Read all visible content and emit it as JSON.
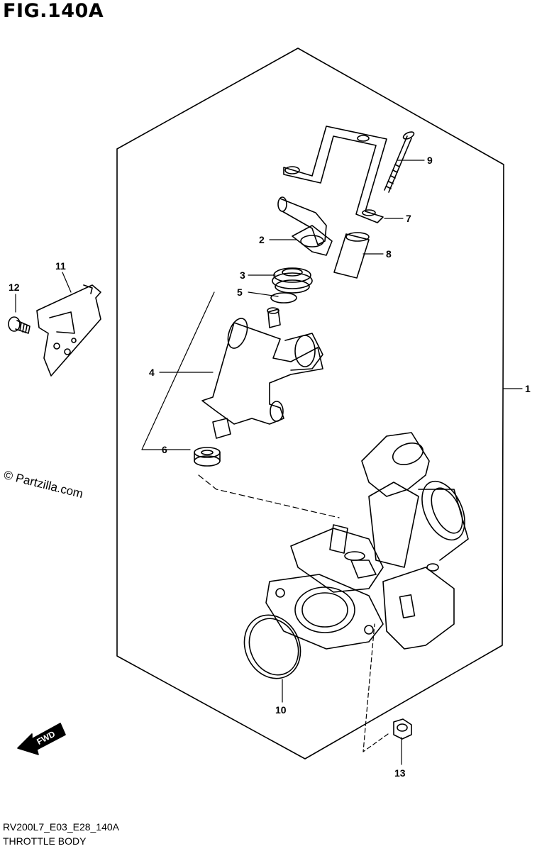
{
  "figure": {
    "title": "FIG.140A",
    "watermark": "© Partzilla.com",
    "model_code": "RV200L7_E03_E28_140A",
    "section_name": "THROTTLE BODY",
    "fwd_label": "FWD"
  },
  "callouts": [
    {
      "id": "1",
      "label": "1"
    },
    {
      "id": "2",
      "label": "2"
    },
    {
      "id": "3",
      "label": "3"
    },
    {
      "id": "4",
      "label": "4"
    },
    {
      "id": "5",
      "label": "5"
    },
    {
      "id": "6",
      "label": "6"
    },
    {
      "id": "7",
      "label": "7"
    },
    {
      "id": "8",
      "label": "8"
    },
    {
      "id": "9",
      "label": "9"
    },
    {
      "id": "10",
      "label": "10"
    },
    {
      "id": "11",
      "label": "11"
    },
    {
      "id": "12",
      "label": "12"
    },
    {
      "id": "13",
      "label": "13"
    }
  ]
}
